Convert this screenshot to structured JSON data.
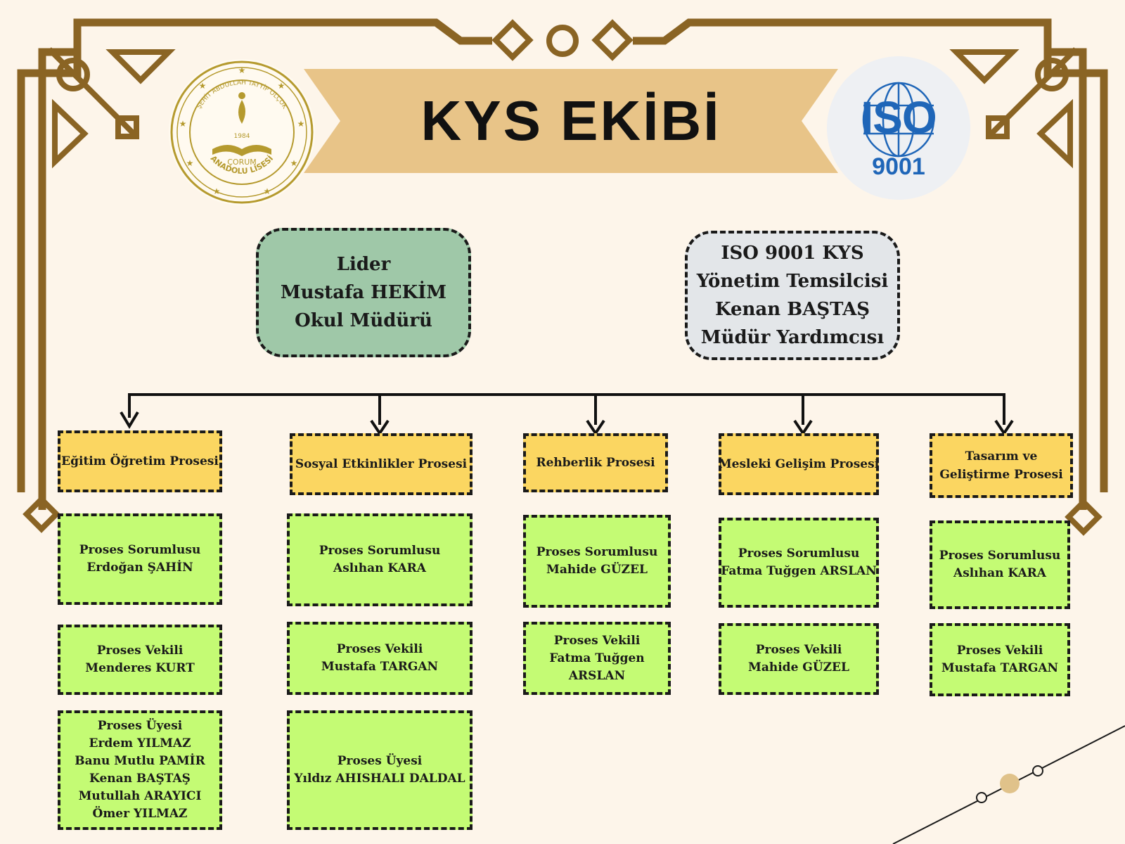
{
  "title": "KYS EKİBİ",
  "logos": {
    "school": {
      "arc_text": "ŞEHİT ABDULLAH TAYYİP OLÇOK",
      "year": "1984",
      "city": "ÇORUM",
      "bottom_text": "ANADOLU LİSESİ"
    },
    "iso": {
      "word": "ISO",
      "number": "9001"
    }
  },
  "leader": {
    "line1": "Lider",
    "line2": "Mustafa HEKİM",
    "line3": "Okul Müdürü"
  },
  "representative": {
    "line1": "ISO 9001 KYS",
    "line2": "Yönetim Temsilcisi",
    "line3": "Kenan BAŞTAŞ",
    "line4": "Müdür Yardımcısı"
  },
  "processes": [
    {
      "name": "Eğitim Öğretim Prosesi",
      "responsible": {
        "label": "Proses Sorumlusu",
        "names": [
          "Erdoğan ŞAHİN"
        ]
      },
      "deputy": {
        "label": "Proses Vekili",
        "names": [
          "Menderes KURT"
        ]
      },
      "members": {
        "label": "Proses Üyesi",
        "names": [
          "Erdem YILMAZ",
          "Banu Mutlu PAMİR",
          "Kenan BAŞTAŞ",
          "Mutullah ARAYICI",
          "Ömer YILMAZ"
        ]
      }
    },
    {
      "name": "Sosyal Etkinlikler Prosesi",
      "responsible": {
        "label": "Proses Sorumlusu",
        "names": [
          "Aslıhan KARA"
        ]
      },
      "deputy": {
        "label": "Proses Vekili",
        "names": [
          "Mustafa TARGAN"
        ]
      },
      "members": {
        "label": "Proses Üyesi",
        "names": [
          "Yıldız AHISHALI DALDAL"
        ]
      }
    },
    {
      "name": "Rehberlik Prosesi",
      "responsible": {
        "label": "Proses Sorumlusu",
        "names": [
          "Mahide GÜZEL"
        ]
      },
      "deputy": {
        "label": "Proses Vekili",
        "names": [
          "Fatma Tuğgen",
          "ARSLAN"
        ]
      }
    },
    {
      "name": "Mesleki Gelişim Prosesi",
      "responsible": {
        "label": "Proses Sorumlusu",
        "names": [
          "Fatma Tuğgen ARSLAN"
        ]
      },
      "deputy": {
        "label": "Proses Vekili",
        "names": [
          "Mahide GÜZEL"
        ]
      }
    },
    {
      "name_line1": "Tasarım ve",
      "name_line2": "Geliştirme Prosesi",
      "responsible": {
        "label": "Proses Sorumlusu",
        "names": [
          "Aslıhan KARA"
        ]
      },
      "deputy": {
        "label": "Proses Vekili",
        "names": [
          "Mustafa TARGAN"
        ]
      }
    }
  ],
  "colors": {
    "background": "#fdf5ea",
    "frame": "#8a6424",
    "banner": "#e8c488",
    "leader_fill": "#9fc8a8",
    "representative_fill": "#e3e6e9",
    "process_fill": "#fbd661",
    "role_fill": "#c4fb74",
    "iso_blue": "#1f66b8"
  }
}
